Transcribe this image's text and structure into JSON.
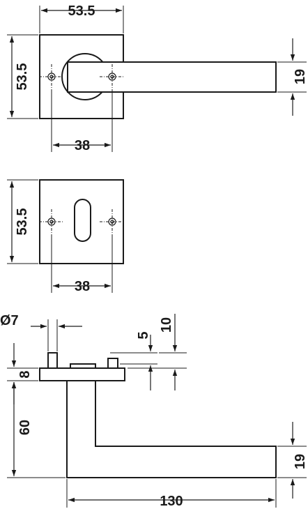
{
  "labels": {
    "top_rose_width": "53.5",
    "top_rose_height": "53.5",
    "lever_thickness": "19",
    "top_screw_spacing": "38",
    "key_rose_height": "53.5",
    "key_screw_spacing": "38",
    "spindle_diameter": "Ø7",
    "offset_5": "5",
    "offset_10": "10",
    "rose_depth": "8",
    "lever_projection": "60",
    "side_lever_thickness": "19",
    "lever_length": "130"
  },
  "colors": {
    "line": "#1a1a1a",
    "background": "#ffffff"
  }
}
